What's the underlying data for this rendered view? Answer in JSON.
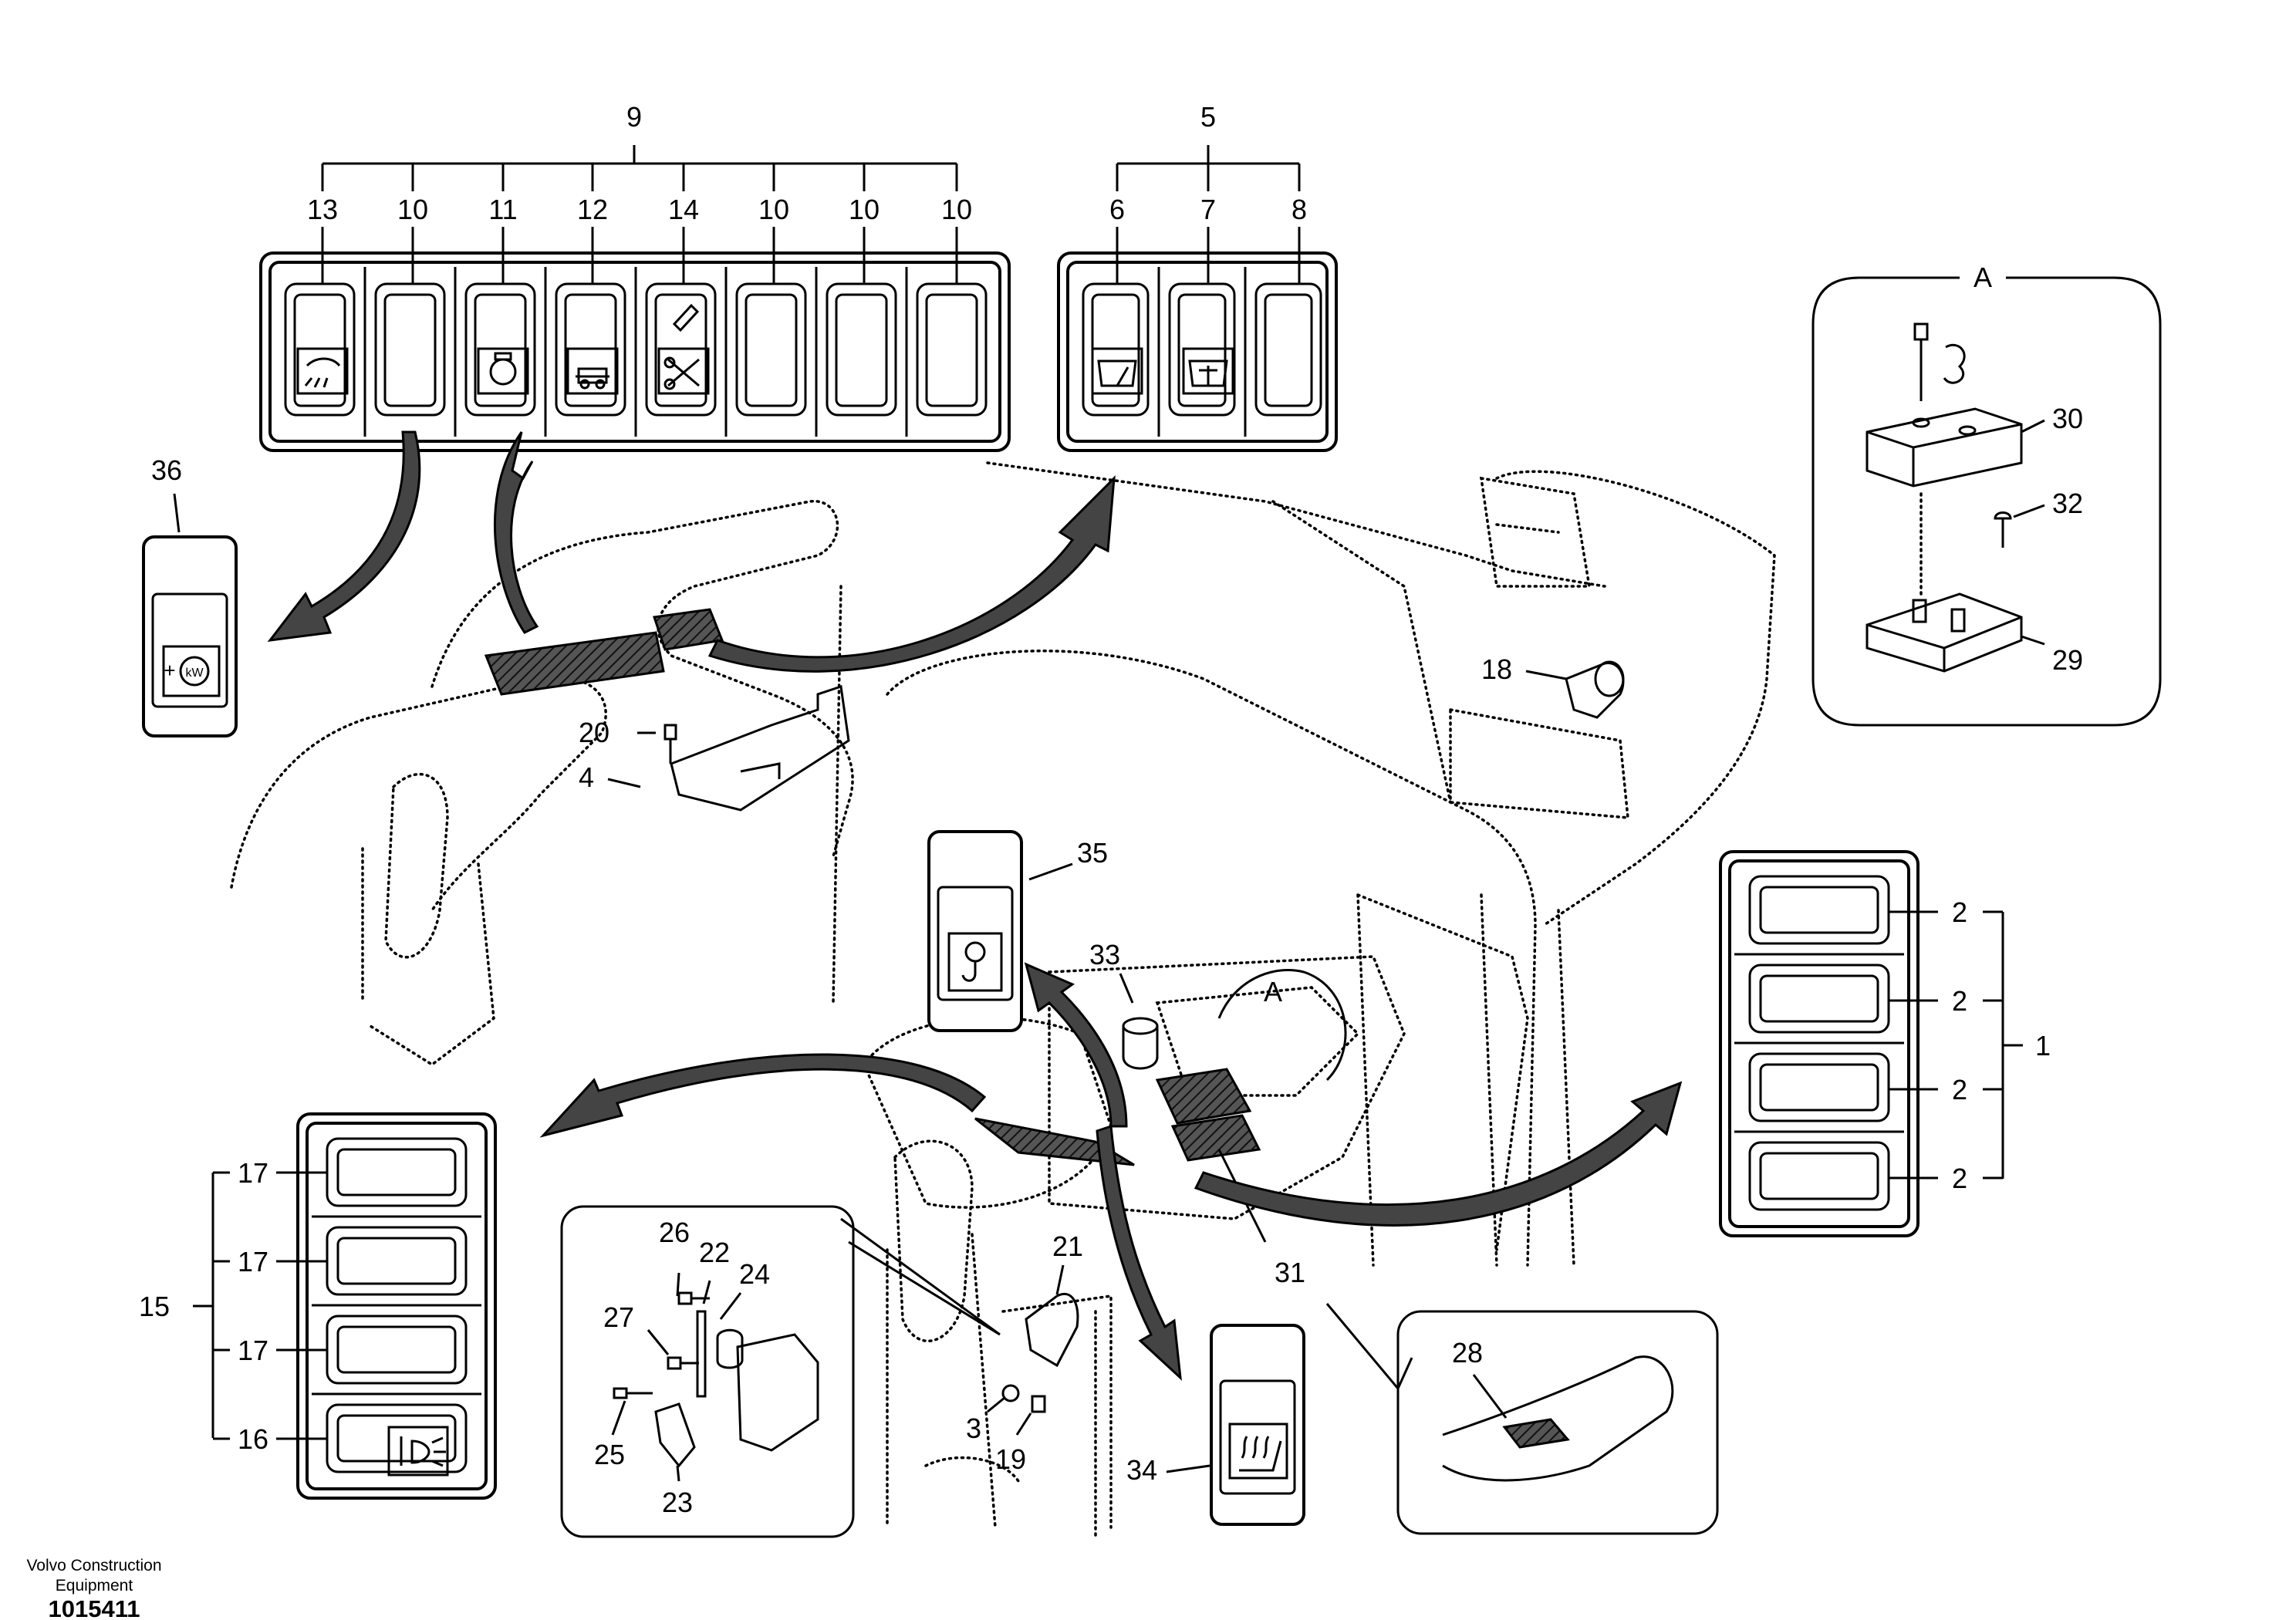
{
  "diagram": {
    "top_panel": {
      "group": "9",
      "switches": [
        "13",
        "10",
        "11",
        "12",
        "14",
        "10",
        "10",
        "10"
      ]
    },
    "right_panel": {
      "group": "5",
      "switches": [
        "6",
        "7",
        "8"
      ]
    },
    "detail_a": {
      "title": "A",
      "parts": [
        "30",
        "32",
        "29"
      ]
    },
    "left_panel": {
      "group": "15",
      "switches": [
        "17",
        "17",
        "17",
        "16"
      ]
    },
    "side_panel": {
      "group": "1",
      "switches": [
        "2",
        "2",
        "2",
        "2"
      ]
    },
    "single_switches": [
      "36",
      "35",
      "34"
    ],
    "callouts": [
      "20",
      "4",
      "18",
      "33",
      "31",
      "21",
      "3",
      "19",
      "26",
      "22",
      "24",
      "27",
      "25",
      "23",
      "28"
    ],
    "section_marker": "A"
  },
  "footer": {
    "line1": "Volvo Construction",
    "line2": "Equipment",
    "id": "1015411"
  },
  "icons": [
    "work-light-icon",
    "engine-icon",
    "travel-alarm-icon",
    "hammer-icon",
    "cutter-icon",
    "wiper-icon",
    "washer-icon",
    "flood-light-icon",
    "hook-icon",
    "seat-heater-icon",
    "kw-plus-icon"
  ]
}
